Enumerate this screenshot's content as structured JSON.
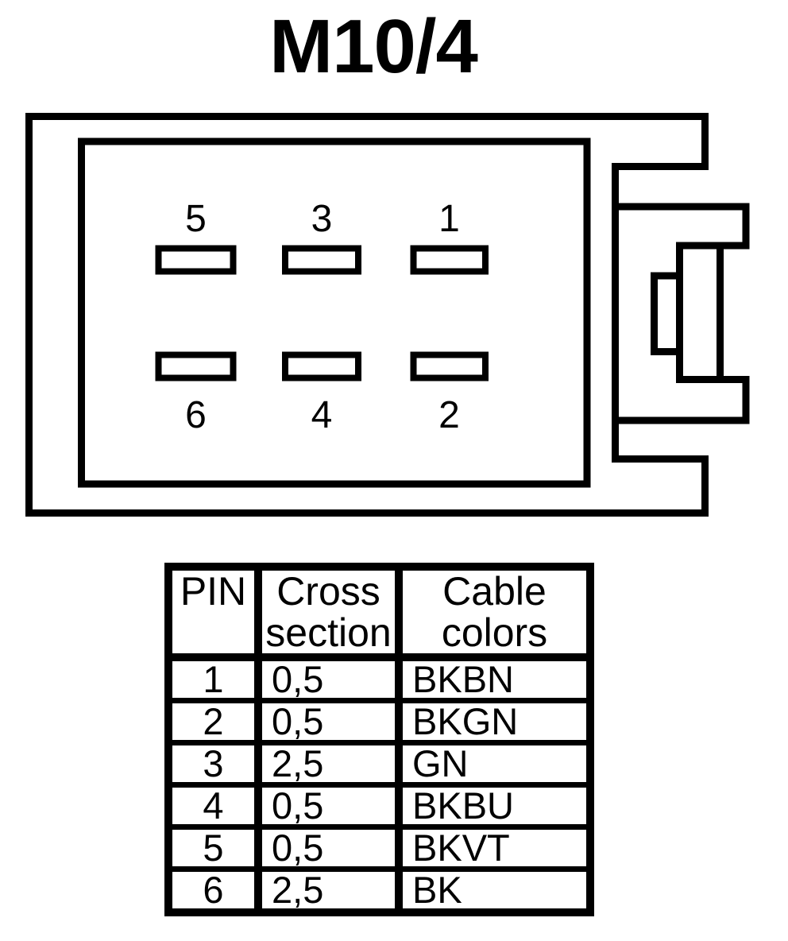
{
  "title": "M10/4",
  "colors": {
    "line": "#000000",
    "background": "#ffffff"
  },
  "connector": {
    "pin_labels_top_row": [
      "5",
      "3",
      "1"
    ],
    "pin_labels_bottom_row": [
      "6",
      "4",
      "2"
    ]
  },
  "table": {
    "headers": [
      "PIN",
      "Cross section",
      "Cable colors"
    ],
    "rows": [
      [
        "1",
        "0,5",
        "BKBN"
      ],
      [
        "2",
        "0,5",
        "BKGN"
      ],
      [
        "3",
        "2,5",
        "GN"
      ],
      [
        "4",
        "0,5",
        "BKBU"
      ],
      [
        "5",
        "0,5",
        "BKVT"
      ],
      [
        "6",
        "2,5",
        "BK"
      ]
    ]
  }
}
